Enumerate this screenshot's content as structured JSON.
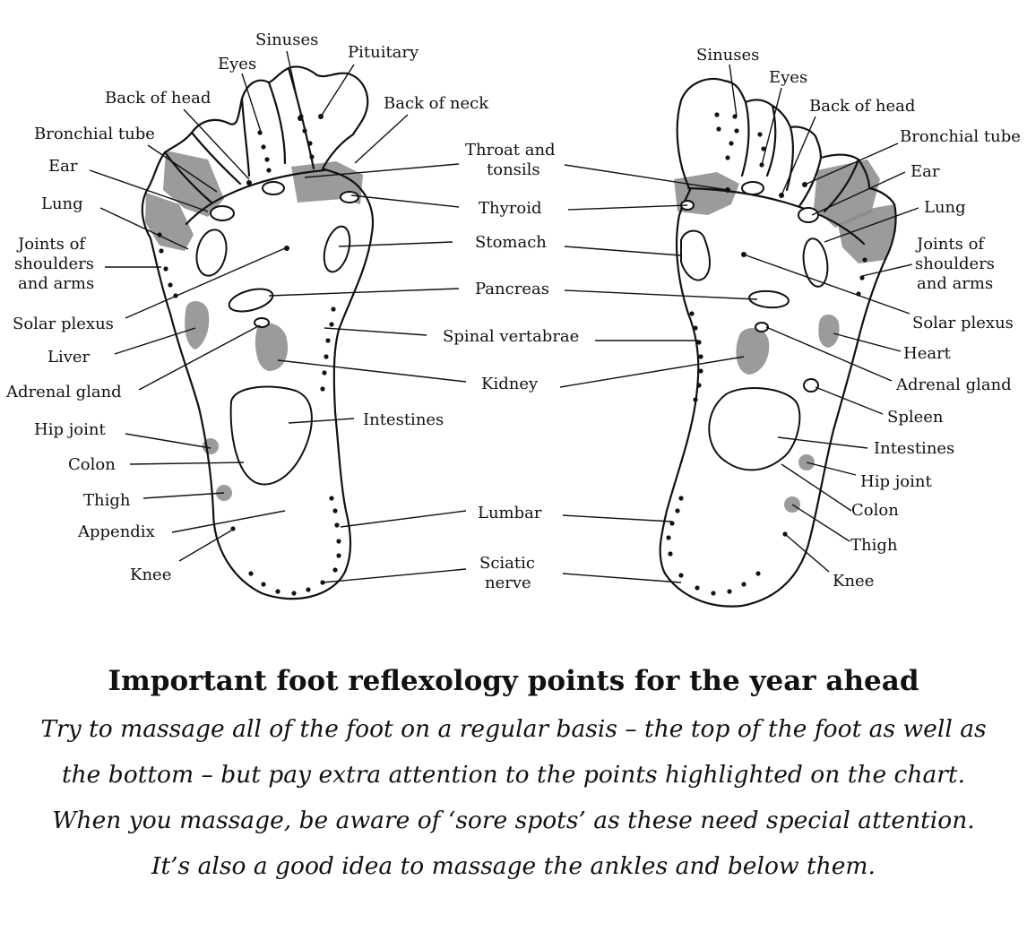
{
  "left_foot_labels": {
    "sinuses": "Sinuses",
    "pituitary": "Pituitary",
    "eyes": "Eyes",
    "back_of_head": "Back of head",
    "back_of_neck": "Back of neck",
    "bronchial_tube": "Bronchial tube",
    "ear": "Ear",
    "lung": "Lung",
    "joints_1": "Joints of",
    "joints_2": "shoulders",
    "joints_3": "and arms",
    "solar_plexus": "Solar plexus",
    "liver": "Liver",
    "adrenal_gland": "Adrenal gland",
    "hip_joint": "Hip joint",
    "colon": "Colon",
    "thigh": "Thigh",
    "appendix": "Appendix",
    "knee": "Knee"
  },
  "center_labels": {
    "throat_1": "Throat and",
    "throat_2": "tonsils",
    "thyroid": "Thyroid",
    "stomach": "Stomach",
    "pancreas": "Pancreas",
    "spinal": "Spinal vertabrae",
    "kidney": "Kidney",
    "intestines": "Intestines",
    "lumbar": "Lumbar",
    "sciatic_1": "Sciatic",
    "sciatic_2": "nerve"
  },
  "right_foot_labels": {
    "sinuses": "Sinuses",
    "eyes": "Eyes",
    "back_of_head": "Back of head",
    "bronchial_tube": "Bronchial tube",
    "ear": "Ear",
    "lung": "Lung",
    "joints_1": "Joints of",
    "joints_2": "shoulders",
    "joints_3": "and arms",
    "solar_plexus": "Solar plexus",
    "heart": "Heart",
    "adrenal_gland": "Adrenal gland",
    "spleen": "Spleen",
    "intestines": "Intestines",
    "hip_joint": "Hip joint",
    "colon": "Colon",
    "thigh": "Thigh",
    "knee": "Knee"
  },
  "caption": {
    "title": "Important foot reflexology points for the year ahead",
    "line1": "Try to massage all of the foot on a regular basis – the top of the foot as well as",
    "line2": "the bottom – but pay extra attention to the points highlighted on the chart.",
    "line3": "When you massage, be aware of ‘sore spots’ as these need special attention.",
    "line4": "It’s also a good idea to massage the ankles and below them."
  },
  "colors": {
    "highlight": "#8a8a8a",
    "ink": "#111111"
  }
}
